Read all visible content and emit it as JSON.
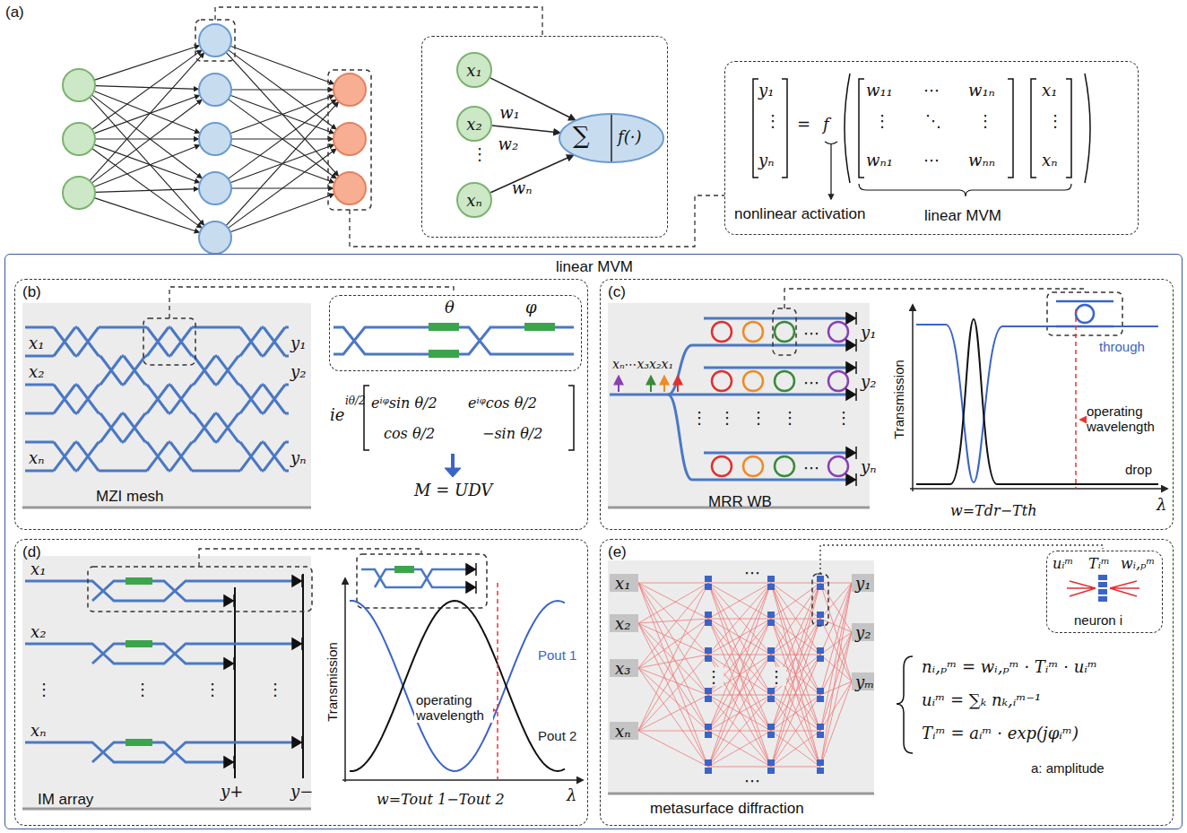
{
  "diagram": {
    "nodes": [
      {
        "text": [
          "⋮"
        ]
      },
      {
        "text": [
          "x₁"
        ],
        "in": 0
      },
      {
        "text": [
          "x₂"
        ],
        "in": 0
      },
      {
        "text": [
          "xₙ"
        ],
        "in": 0
      },
      {
        "text": [
          "∑",
          "f(·)"
        ],
        "in": 0
      },
      {
        "text": [
          "nonlinear activation",
          "linear MVM"
        ]
      },
      {
        "text": [
          "linear MVM"
        ]
      },
      {
        "text": [
          "(b)",
          "MZI mesh"
        ],
        "in": 6
      },
      {
        "text": [
          "θ",
          "φ"
        ],
        "in": 7
      },
      {
        "text": [
          "(c)",
          "MRR WB"
        ],
        "in": 6
      },
      {
        "text": [
          "(d)",
          "IM array"
        ],
        "in": 6
      },
      {
        "text": [
          "(e)",
          "metasurface diffraction"
        ],
        "in": 6
      },
      {
        "text": [
          "uᵢᵐ",
          "Tᵢᵐ",
          "wᵢ,ₚᵐ",
          "neuron i"
        ],
        "in": 11
      }
    ],
    "edges": [
      {
        "from": 1,
        "to": 4,
        "arrow": "to",
        "label": "w₁"
      },
      {
        "from": 2,
        "to": 4,
        "arrow": "to",
        "label": "w₂"
      },
      {
        "from": 3,
        "to": 4,
        "arrow": "to",
        "label": "wₙ"
      }
    ],
    "labels": [
      "(a)",
      "y₁",
      "⋮",
      "yₙ",
      "=",
      "f",
      "w₁₁",
      "⋯",
      "w₁ₙ",
      "⋮",
      "⋱",
      "⋮",
      "wₙ₁",
      "⋯",
      "wₙₙ",
      "x₁",
      "⋮",
      "xₙ",
      "x₁",
      "x₂",
      "xₙ",
      "y₁",
      "y₂",
      "yₙ",
      "ie",
      "iθ/2",
      "eⁱᵠsin θ/2",
      "eⁱᵠcos θ/2",
      "cos θ/2",
      "−sin θ/2",
      "M = UDV",
      "xₙ⋯x₃x₂x₁",
      "⋮",
      "⋯",
      "⋯",
      "⋯",
      "⋮",
      "⋮",
      "⋮",
      "⋮",
      "y₁",
      "y₂",
      "yₙ",
      "Transmission",
      "through",
      "operating wavelength",
      "drop",
      "λ",
      "w=Tdr−Tth",
      "x₁",
      "x₂",
      "⋮",
      "xₙ",
      "⋮",
      "⋮",
      "⋮",
      "y+",
      "y−",
      "Transmission",
      "Pout 1",
      "operating wavelength",
      "Pout 2",
      "λ",
      "w=Tout 1−Tout 2",
      "x₁",
      "x₂",
      "x₃",
      "xₙ",
      "y₁",
      "y₂",
      "yₘ",
      "⋯",
      "⋯",
      "⋮",
      "⋮",
      "nᵢ,ₚᵐ = wᵢ,ₚᵐ · Tᵢᵐ · uᵢᵐ",
      "uᵢᵐ = ∑ₖ nₖ,ᵢᵐ⁻¹",
      "Tᵢᵐ = aᵢᵐ · exp(jφᵢᵐ)",
      "a: amplitude"
    ]
  }
}
